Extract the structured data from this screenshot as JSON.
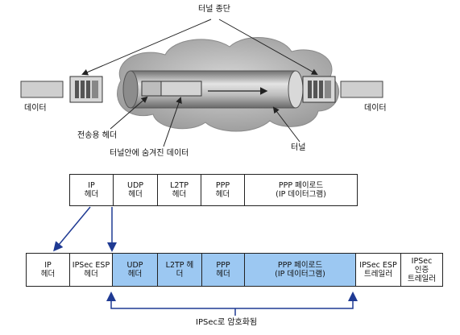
{
  "labels": {
    "tunnel_endpoints": "터널 종단",
    "data_left": "데이터",
    "data_right": "데이터",
    "transport_header": "전송용 헤더",
    "hidden_data": "터널안에 숨겨진 데이터",
    "tunnel": "터널",
    "encrypted_by_ipsec": "IPSec로 암호화됨"
  },
  "packet_top": [
    {
      "l1": "IP",
      "l2": "헤더"
    },
    {
      "l1": "UDP",
      "l2": "헤더"
    },
    {
      "l1": "L2TP",
      "l2": "헤더"
    },
    {
      "l1": "PPP",
      "l2": "헤더"
    },
    {
      "l1": "PPP 페이로드",
      "l2": "(IP 데이터그램)"
    }
  ],
  "packet_bottom": [
    {
      "l1": "IP",
      "l2": "헤더",
      "encrypted": false
    },
    {
      "l1": "IPSec ESP",
      "l2": "헤더",
      "encrypted": false
    },
    {
      "l1": "UDP",
      "l2": "헤더",
      "encrypted": true
    },
    {
      "l1": "L2TP 헤",
      "l2": "더",
      "encrypted": true
    },
    {
      "l1": "PPP",
      "l2": "헤더",
      "encrypted": true
    },
    {
      "l1": "PPP 페이로드",
      "l2": "(IP 데이터그램)",
      "encrypted": true
    },
    {
      "l1": "IPSec ESP",
      "l2": "트레일러",
      "encrypted": false
    },
    {
      "l1": "IPSec",
      "l2": "인증",
      "l3": "트레일러",
      "encrypted": false
    }
  ],
  "colors": {
    "encrypted_fill": "#9cc8f2",
    "arrow": "#1f3a93",
    "line": "#222222"
  }
}
